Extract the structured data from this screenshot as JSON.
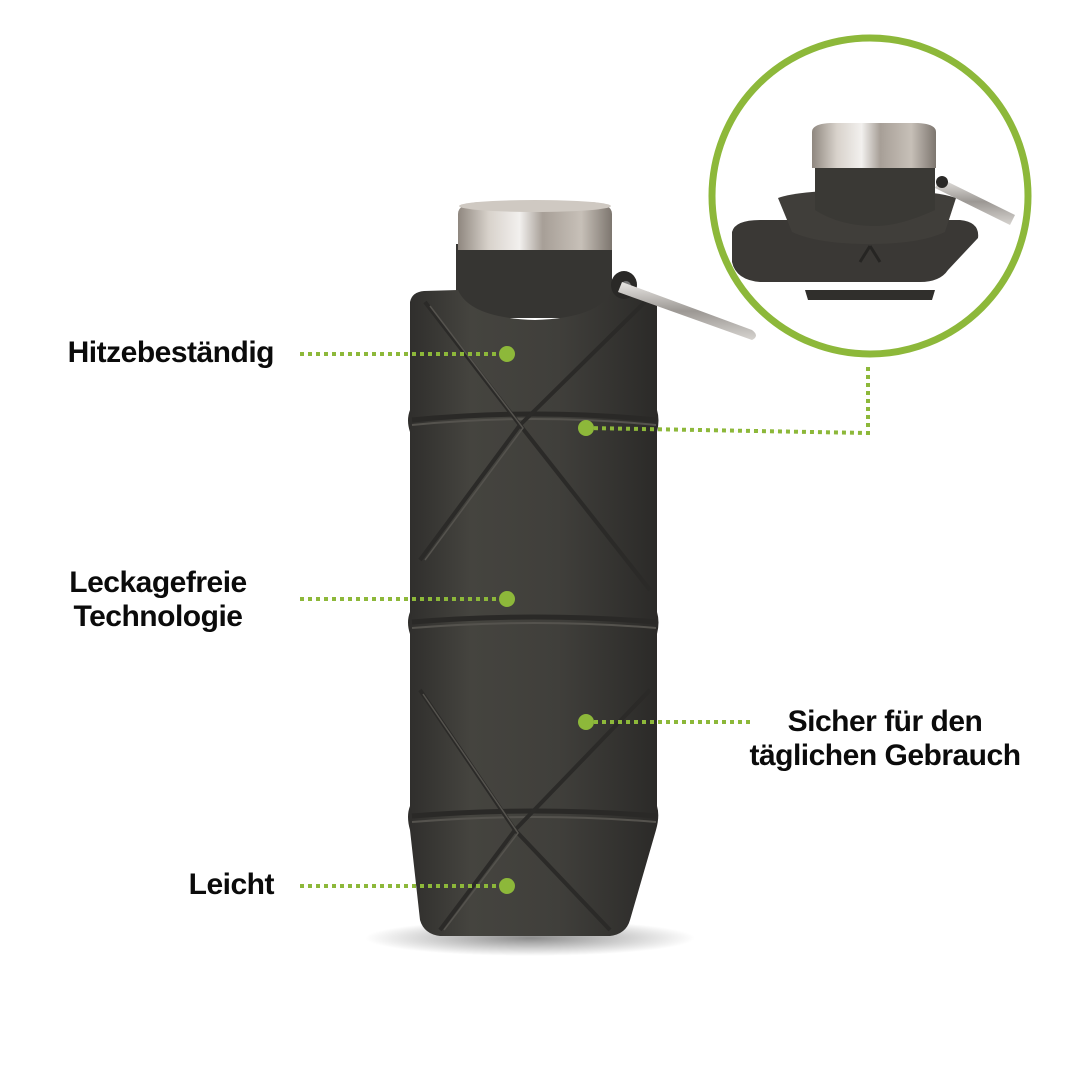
{
  "colors": {
    "accent_green": "#8db83a",
    "bottle_body": "#3e3d3a",
    "bottle_dark": "#2c2b29",
    "cap_steel": "#b9b4ae",
    "text": "#0b0b0b",
    "background": "#ffffff"
  },
  "product": {
    "name": "collapsible-silicone-water-bottle",
    "illustration": "dark-gray-bottle-with-steel-cap-and-carabiner"
  },
  "inset": {
    "description": "folded-bottle-detail",
    "border_color": "#8db83a"
  },
  "features": [
    {
      "id": "hitze",
      "label": "Hitzebeständig"
    },
    {
      "id": "leck",
      "label": "Leckagefreie Technologie",
      "line1": "Leckagefreie",
      "line2": "Technologie"
    },
    {
      "id": "leicht",
      "label": "Leicht"
    },
    {
      "id": "sicher",
      "label": "Sicher für den täglichen Gebrauch",
      "line1": "Sicher für den",
      "line2": "täglichen Gebrauch"
    },
    {
      "id": "faltbar",
      "label": ""
    }
  ]
}
